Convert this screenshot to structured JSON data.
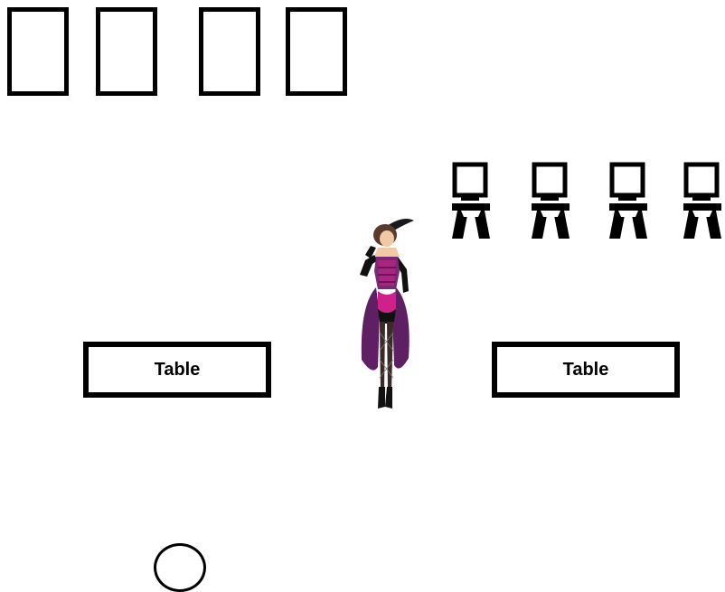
{
  "scene": {
    "tables": [
      {
        "label": "Table"
      },
      {
        "label": "Table"
      }
    ],
    "top_boxes_count": 4,
    "chairs_count": 4,
    "colors": {
      "outline": "#000000",
      "background": "#ffffff",
      "dress_primary": "#7a2a73",
      "dress_accent": "#d11f8c"
    },
    "icons": {
      "chair": "chair-icon",
      "dancer": "dancer-figure",
      "circle": "circle-token"
    }
  }
}
